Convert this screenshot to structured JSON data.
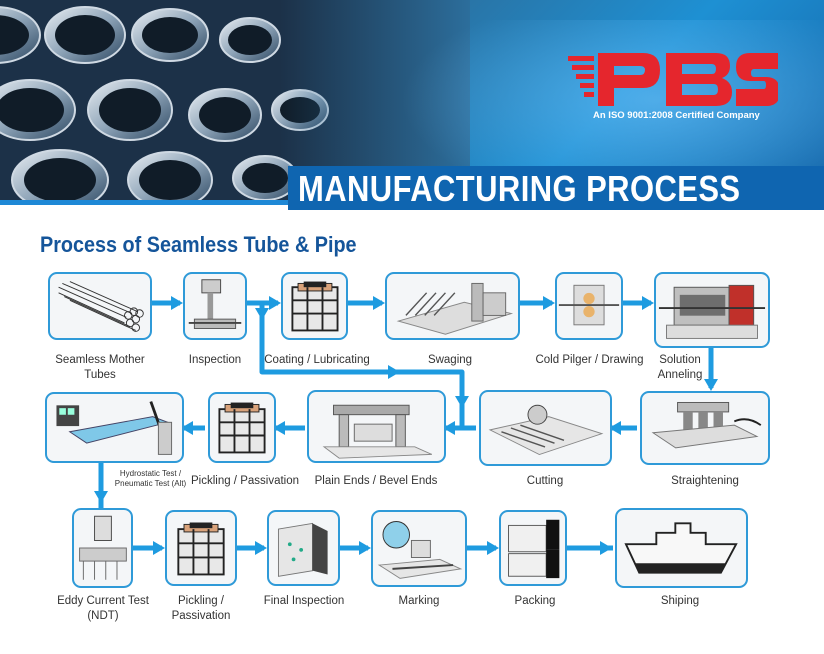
{
  "header": {
    "title": "MANUFACTURING PROCESS",
    "logo_text": "PBS",
    "certification": "An ISO 9001:2008 Certified Company",
    "brand_color": "#e5262d",
    "accent_color": "#1e88d6"
  },
  "subtitle": "Process of Seamless Tube & Pipe",
  "steps": {
    "mother_tubes": {
      "line1": "Seamless Mother",
      "line2": "Tubes"
    },
    "inspection": "Inspection",
    "coating": "Coating / Lubricating",
    "swaging": "Swaging",
    "pilger": "Cold Pilger / Drawing",
    "annealing": {
      "line1": "Solution",
      "line2": "Anneling"
    },
    "straightening": "Straightening",
    "cutting": "Cutting",
    "plain_ends": "Plain Ends / Bevel Ends",
    "pickling1": "Pickling / Passivation",
    "hydro": {
      "line1": "Hydrostatic Test /",
      "line2": "Pneumatic Test (Alt)"
    },
    "eddy": {
      "line1": "Eddy Current Test",
      "line2": "(NDT)"
    },
    "pickling2": {
      "line1": "Pickling /",
      "line2": "Passivation"
    },
    "final_inspection": "Final Inspection",
    "marking": "Marking",
    "packing": "Packing",
    "shipping": "Shiping"
  }
}
